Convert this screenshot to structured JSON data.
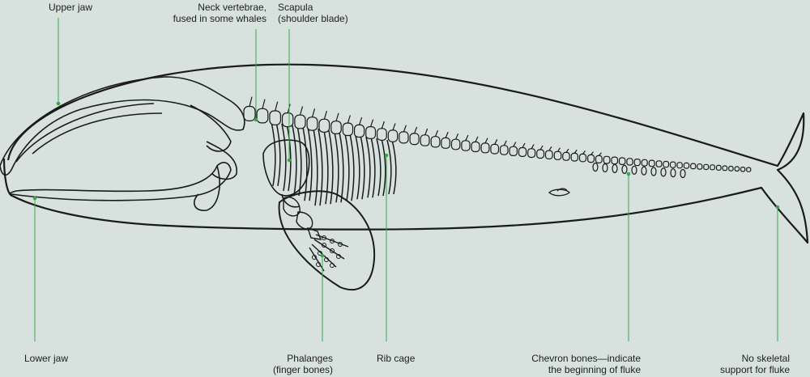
{
  "colors": {
    "background": "#d7e2df",
    "outline": "#1a1a1a",
    "leader_line": "#3aa64a",
    "label_text": "#1d1d1d"
  },
  "labels": {
    "upper_jaw": {
      "line1": "Upper jaw"
    },
    "neck_vertebrae": {
      "line1": "Neck vertebrae,",
      "line2": "fused in some whales"
    },
    "scapula": {
      "line1": "Scapula",
      "line2": "(shoulder blade)"
    },
    "lower_jaw": {
      "line1": "Lower jaw"
    },
    "phalanges": {
      "line1": "Phalanges",
      "line2": "(finger bones)"
    },
    "rib_cage": {
      "line1": "Rib cage"
    },
    "chevron_bones": {
      "line1": "Chevron bones—indicate",
      "line2": "the beginning of fluke"
    },
    "fluke": {
      "line1": "No skeletal",
      "line2": "support for fluke"
    }
  }
}
